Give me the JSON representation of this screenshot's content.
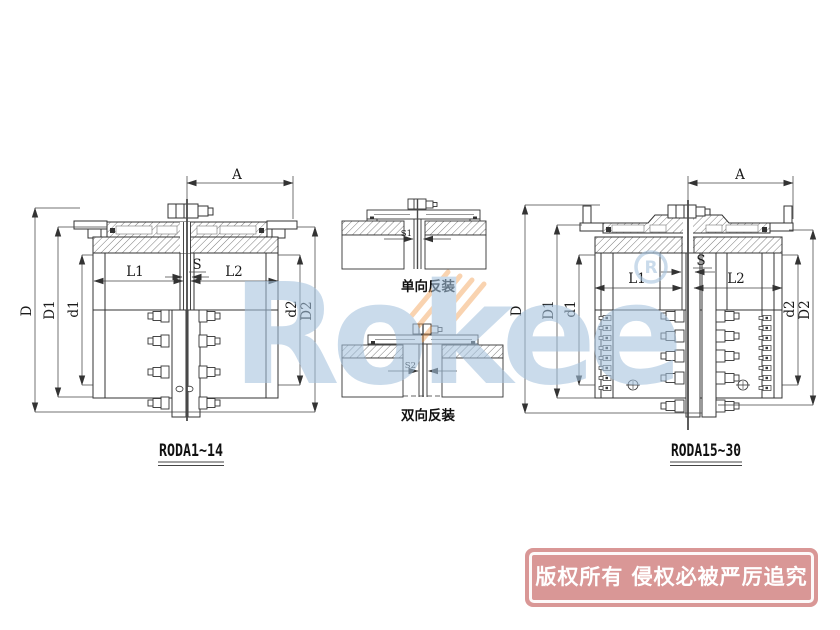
{
  "page": {
    "background": "#ffffff"
  },
  "watermark": {
    "brand": "Rokee",
    "registered_mark": "R",
    "color": "#a4c2de",
    "stripe_color": "#f29a4a"
  },
  "left_drawing": {
    "caption": "RODA1~14",
    "dims": {
      "A": "A",
      "D": "D",
      "D1": "D1",
      "d1": "d1",
      "L1": "L1",
      "S": "S",
      "L2": "L2",
      "d2": "d2",
      "D2": "D2"
    }
  },
  "right_drawing": {
    "caption": "RODA15~30",
    "dims": {
      "A": "A",
      "D": "D",
      "D1": "D1",
      "d1": "d1",
      "L1": "L1",
      "S": "S",
      "L2": "L2",
      "d2": "d2",
      "D2": "D2"
    }
  },
  "middle_diagrams": {
    "top": {
      "dim": "S1",
      "caption": "单向反装"
    },
    "bottom": {
      "dim": "S2",
      "caption": "双向反装"
    }
  },
  "copyright_stamp": {
    "text": "版权所有 侵权必被严厉追究",
    "background": "#d7908f",
    "text_color": "#ffffff"
  }
}
